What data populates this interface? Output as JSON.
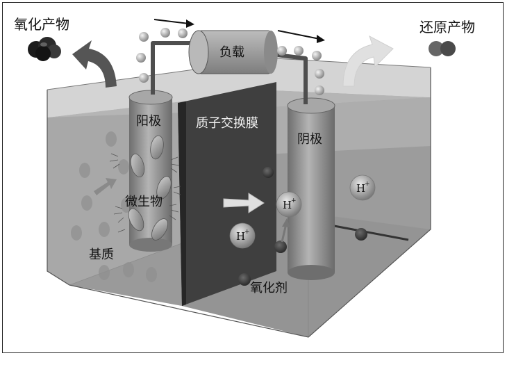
{
  "labels": {
    "oxidation_product": "氧化产物",
    "reduction_product": "还原产物",
    "load": "负载",
    "anode": "阳极",
    "cathode": "阴极",
    "membrane": "质子交换膜",
    "microbe": "微生物",
    "substrate": "基质",
    "oxidant": "氧化剂"
  },
  "proton": {
    "base": "H",
    "charge": "+"
  },
  "colors": {
    "box_top": "#c9c9c9",
    "water": "#9a9a9a",
    "membrane": "#3d3d3d",
    "electrode": "#8f8f8f",
    "wire": "#555555"
  }
}
